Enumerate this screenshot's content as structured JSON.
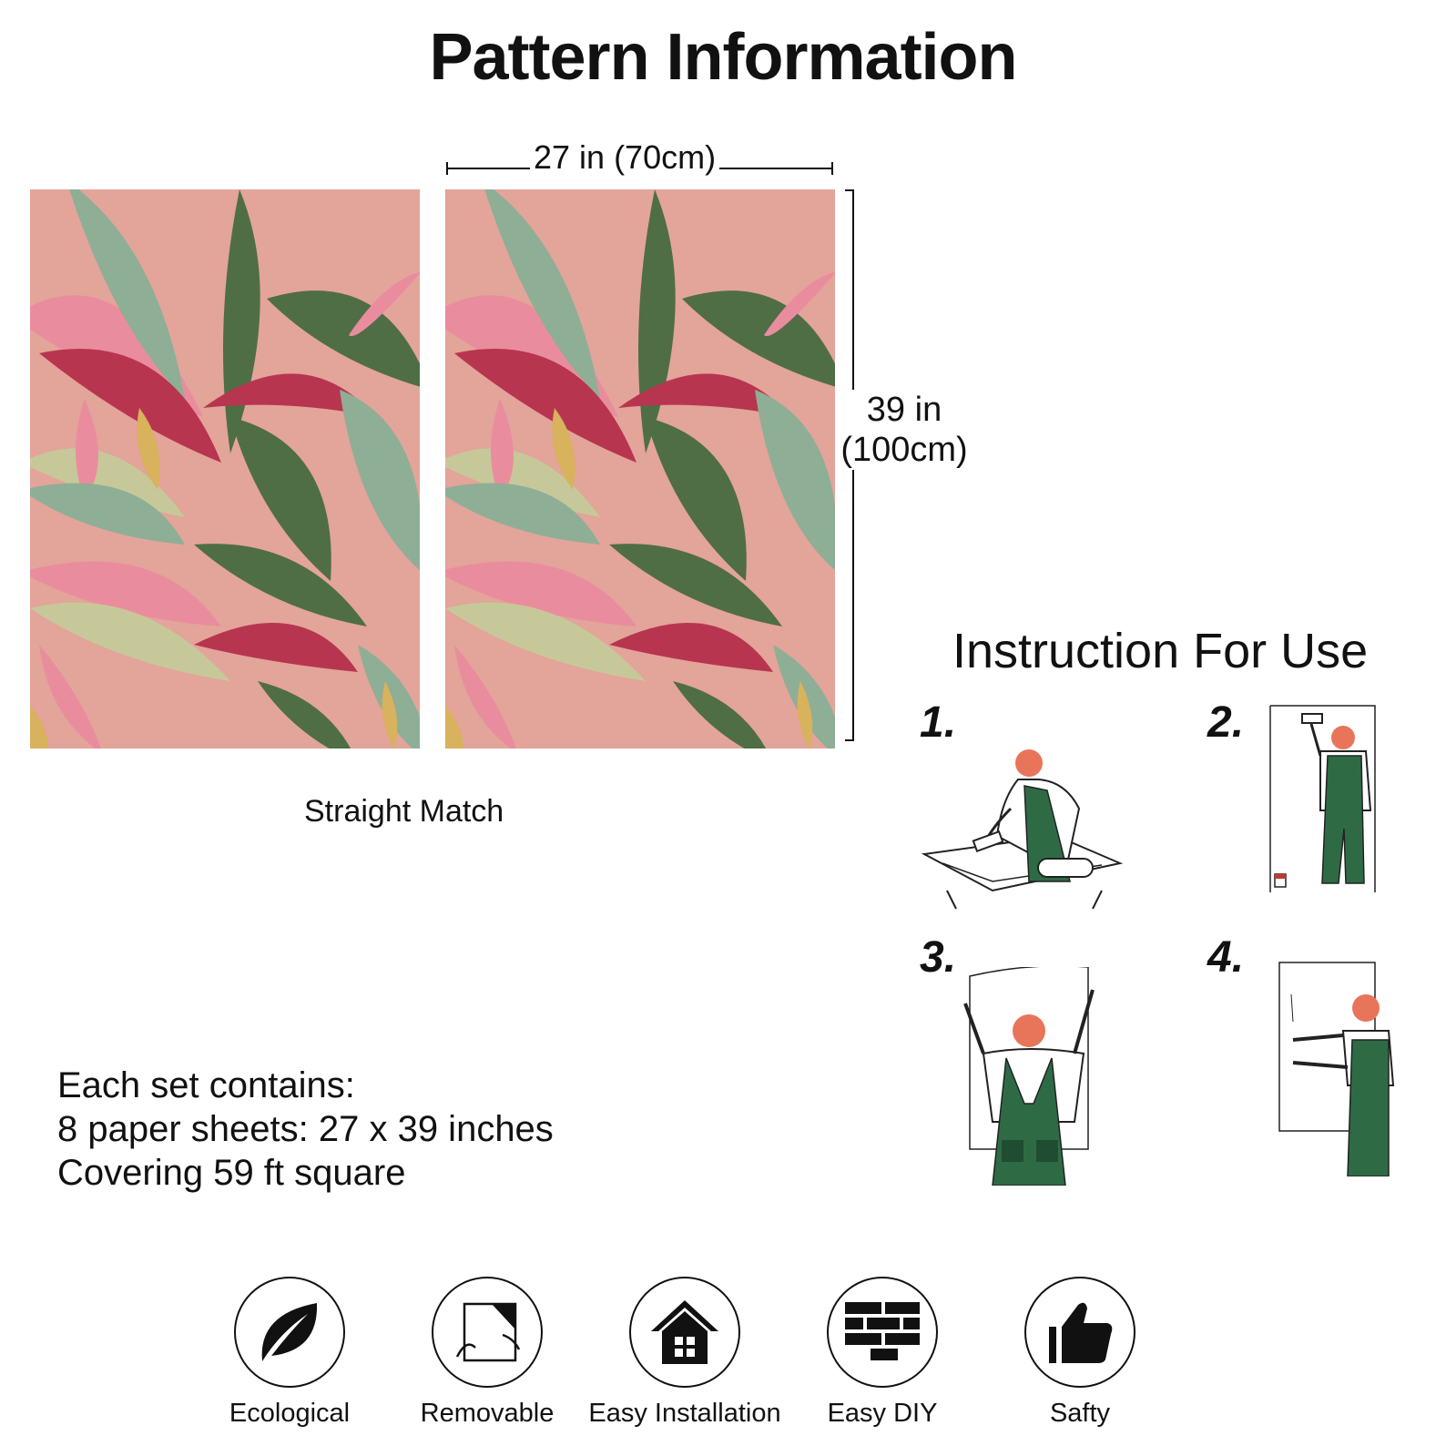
{
  "title": "Pattern Information",
  "pattern": {
    "width_label": "27 in (70cm)",
    "height_label_line1": "39 in",
    "height_label_line2": "(100cm)",
    "match_label": "Straight Match",
    "colors": {
      "background": "#e3a49a",
      "leaf_dark": "#4f6e45",
      "leaf_sage": "#8fae96",
      "leaf_pink": "#e98d9e",
      "leaf_red": "#b8354f",
      "banana": "#d8b25c"
    }
  },
  "instructions": {
    "title": "Instruction For Use",
    "steps": [
      {
        "number": "1.",
        "icon": "apply-paste-illustration"
      },
      {
        "number": "2.",
        "icon": "brush-wall-illustration"
      },
      {
        "number": "3.",
        "icon": "hang-paper-illustration"
      },
      {
        "number": "4.",
        "icon": "smooth-paper-illustration"
      }
    ],
    "colors": {
      "overall": "#2e6b45",
      "hair": "#e8755a"
    }
  },
  "set_info": {
    "line1": "Each set contains:",
    "line2": "8 paper sheets: 27 x 39 inches",
    "line3": "Covering 59 ft square"
  },
  "features": [
    {
      "label": "Ecological",
      "icon": "leaf-icon"
    },
    {
      "label": "Removable",
      "icon": "peel-sheet-icon"
    },
    {
      "label": "Easy Installation",
      "icon": "house-icon"
    },
    {
      "label": "Easy DIY",
      "icon": "brick-wall-icon"
    },
    {
      "label": "Safty",
      "icon": "thumbs-up-icon"
    }
  ]
}
